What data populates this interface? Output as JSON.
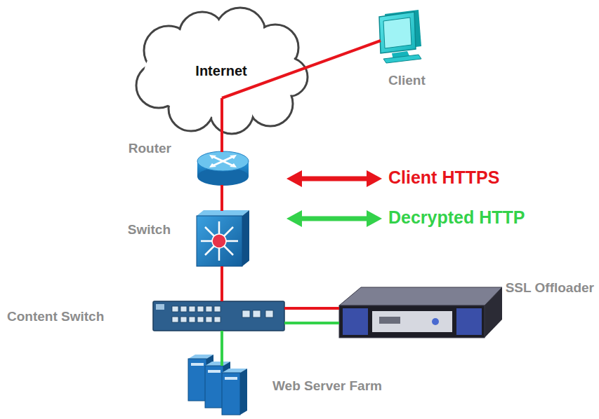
{
  "diagram": {
    "nodes": [
      {
        "text": [
          "Internet"
        ]
      },
      {
        "text": [
          "Client"
        ]
      },
      {
        "text": [
          "Router"
        ]
      },
      {
        "text": [
          "Switch"
        ]
      },
      {
        "text": [
          "Content Switch"
        ]
      },
      {
        "text": [
          "SSL Offloader"
        ]
      },
      {
        "text": [
          "Web Server Farm"
        ]
      }
    ],
    "edges": [
      {
        "from": 1,
        "to": 0,
        "arrow": "none"
      },
      {
        "from": 0,
        "to": 2,
        "arrow": "none"
      },
      {
        "from": 2,
        "to": 3,
        "arrow": "none"
      },
      {
        "from": 3,
        "to": 4,
        "arrow": "none"
      },
      {
        "from": 4,
        "to": 5,
        "arrow": "none"
      },
      {
        "from": 4,
        "to": 5,
        "arrow": "none"
      },
      {
        "from": 4,
        "to": 6,
        "arrow": "none"
      }
    ],
    "legend": [
      {
        "text": "Client HTTPS"
      },
      {
        "text": "Decrypted HTTP"
      }
    ]
  }
}
